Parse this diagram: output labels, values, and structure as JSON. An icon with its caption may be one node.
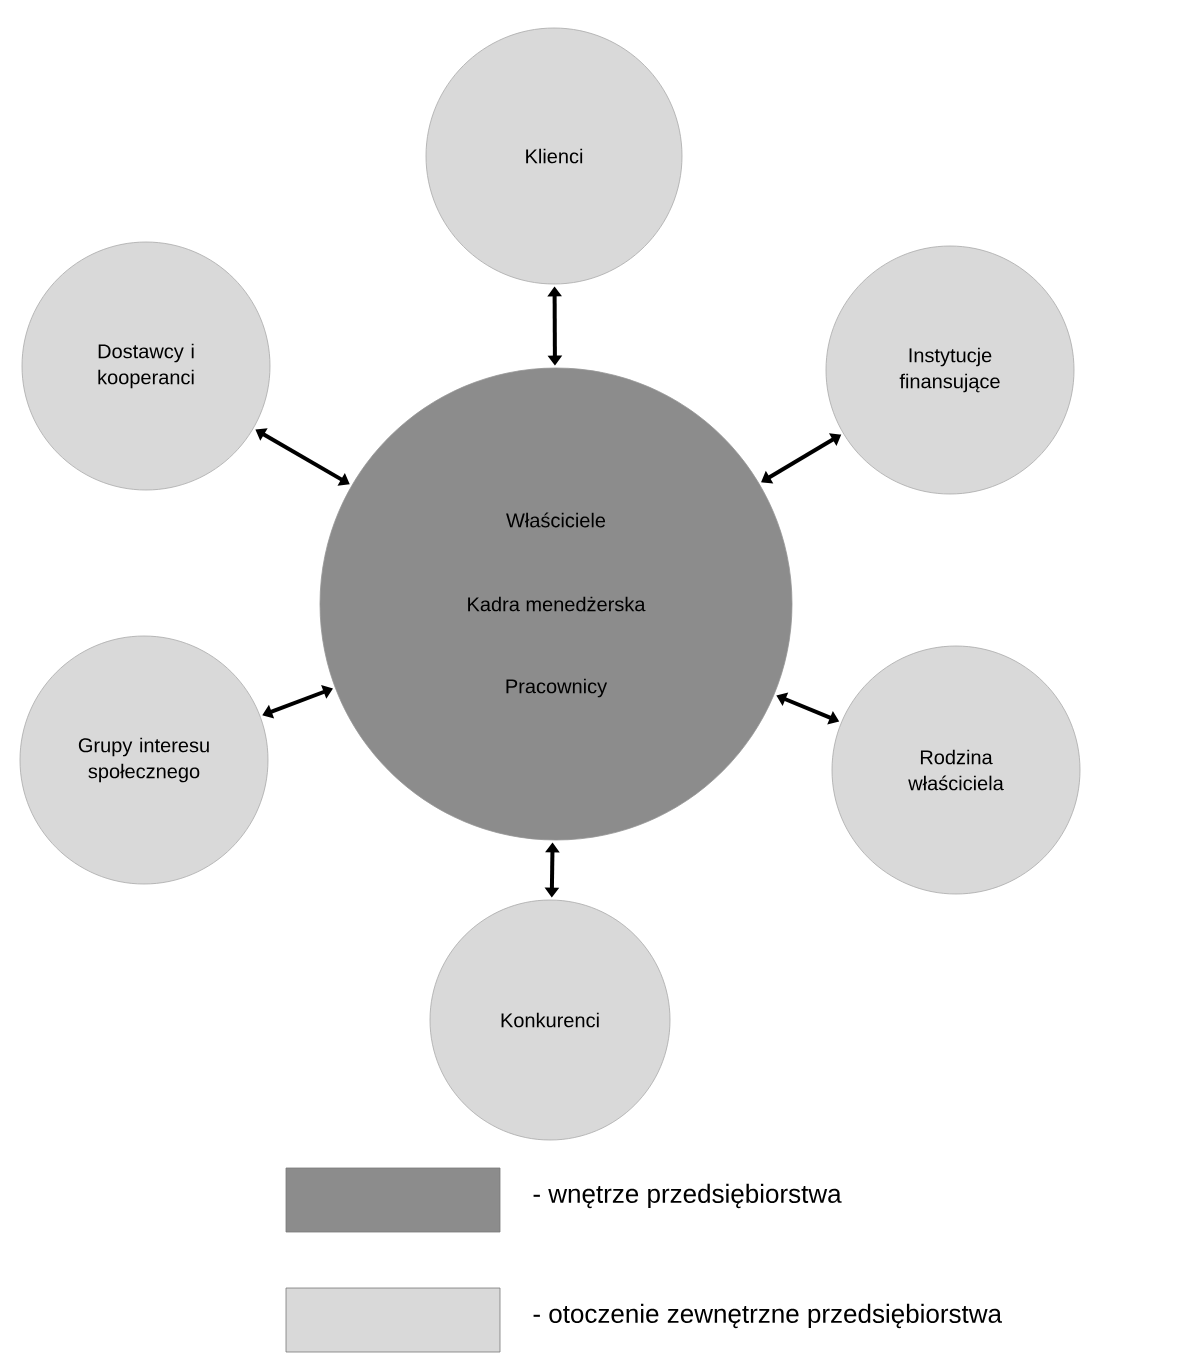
{
  "diagram": {
    "nodes": [
      {
        "text": [
          "Klienci"
        ]
      },
      {
        "text": [
          "Dostawcy i kooperanci"
        ]
      },
      {
        "text": [
          "Instytucje finansujące"
        ]
      },
      {
        "text": [
          "Właściciele",
          "Kadra menedżerska",
          "Pracownicy"
        ]
      },
      {
        "text": [
          "Grupy interesu społecznego"
        ]
      },
      {
        "text": [
          "Rodzina właściciela"
        ]
      },
      {
        "text": [
          "Konkurenci"
        ]
      }
    ],
    "edges": [
      {
        "from": 3,
        "to": 0,
        "arrow": "both"
      },
      {
        "from": 3,
        "to": 1,
        "arrow": "both"
      },
      {
        "from": 3,
        "to": 2,
        "arrow": "both"
      },
      {
        "from": 3,
        "to": 4,
        "arrow": "both"
      },
      {
        "from": 3,
        "to": 5,
        "arrow": "both"
      },
      {
        "from": 3,
        "to": 6,
        "arrow": "both"
      }
    ],
    "legend": [
      {
        "text": "- wnętrze przedsiębiorstwa",
        "color": "#8c8c8c"
      },
      {
        "text": "- otoczenie zewnętrzne przedsiębiorstwa",
        "color": "#d9d9d9"
      }
    ]
  }
}
